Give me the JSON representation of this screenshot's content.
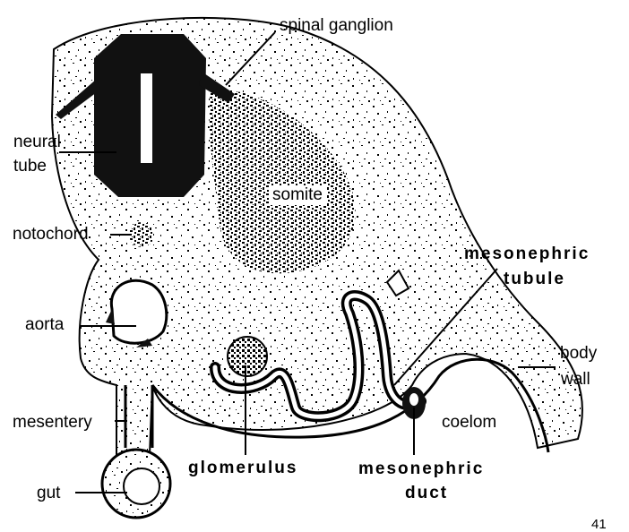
{
  "labels": {
    "spinal_ganglion": "spinal ganglion",
    "neural_tube_line1": "neural",
    "neural_tube_line2": "tube",
    "somite": "somite",
    "notochord": "notochord",
    "aorta": "aorta",
    "mesentery": "mesentery",
    "gut": "gut",
    "glomerulus": "glomerulus",
    "mesonephric_duct_line1": "mesonephric",
    "mesonephric_duct_line2": "duct",
    "mesonephric_tubule_line1": "mesonephric",
    "mesonephric_tubule_line2": "tubule",
    "body_wall_line1": "body",
    "body_wall_line2": "wall",
    "coelom": "coelom",
    "page_number": "41"
  },
  "colors": {
    "ink": "#000000",
    "paper": "#ffffff"
  }
}
